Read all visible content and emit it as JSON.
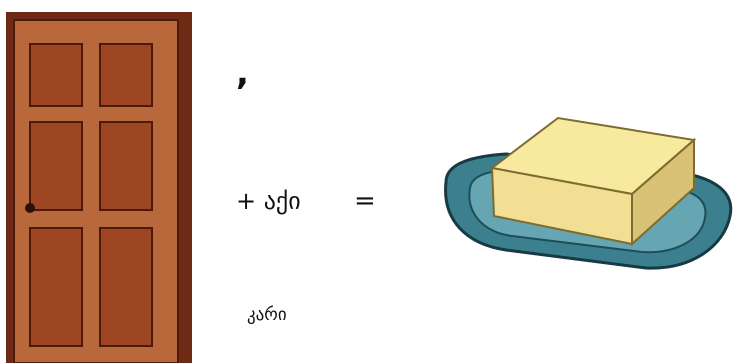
{
  "puzzle": {
    "apostrophe": ",",
    "equation": "+ აქი",
    "equals": "=",
    "word": "კარი"
  },
  "images": {
    "left": "door",
    "right": "butter-on-dish"
  },
  "colors": {
    "door_frame": "#6e2a14",
    "door_body": "#b8683a",
    "door_panel": "#9c4722",
    "dish": "#3c7f8e",
    "butter": "#f2df93"
  }
}
